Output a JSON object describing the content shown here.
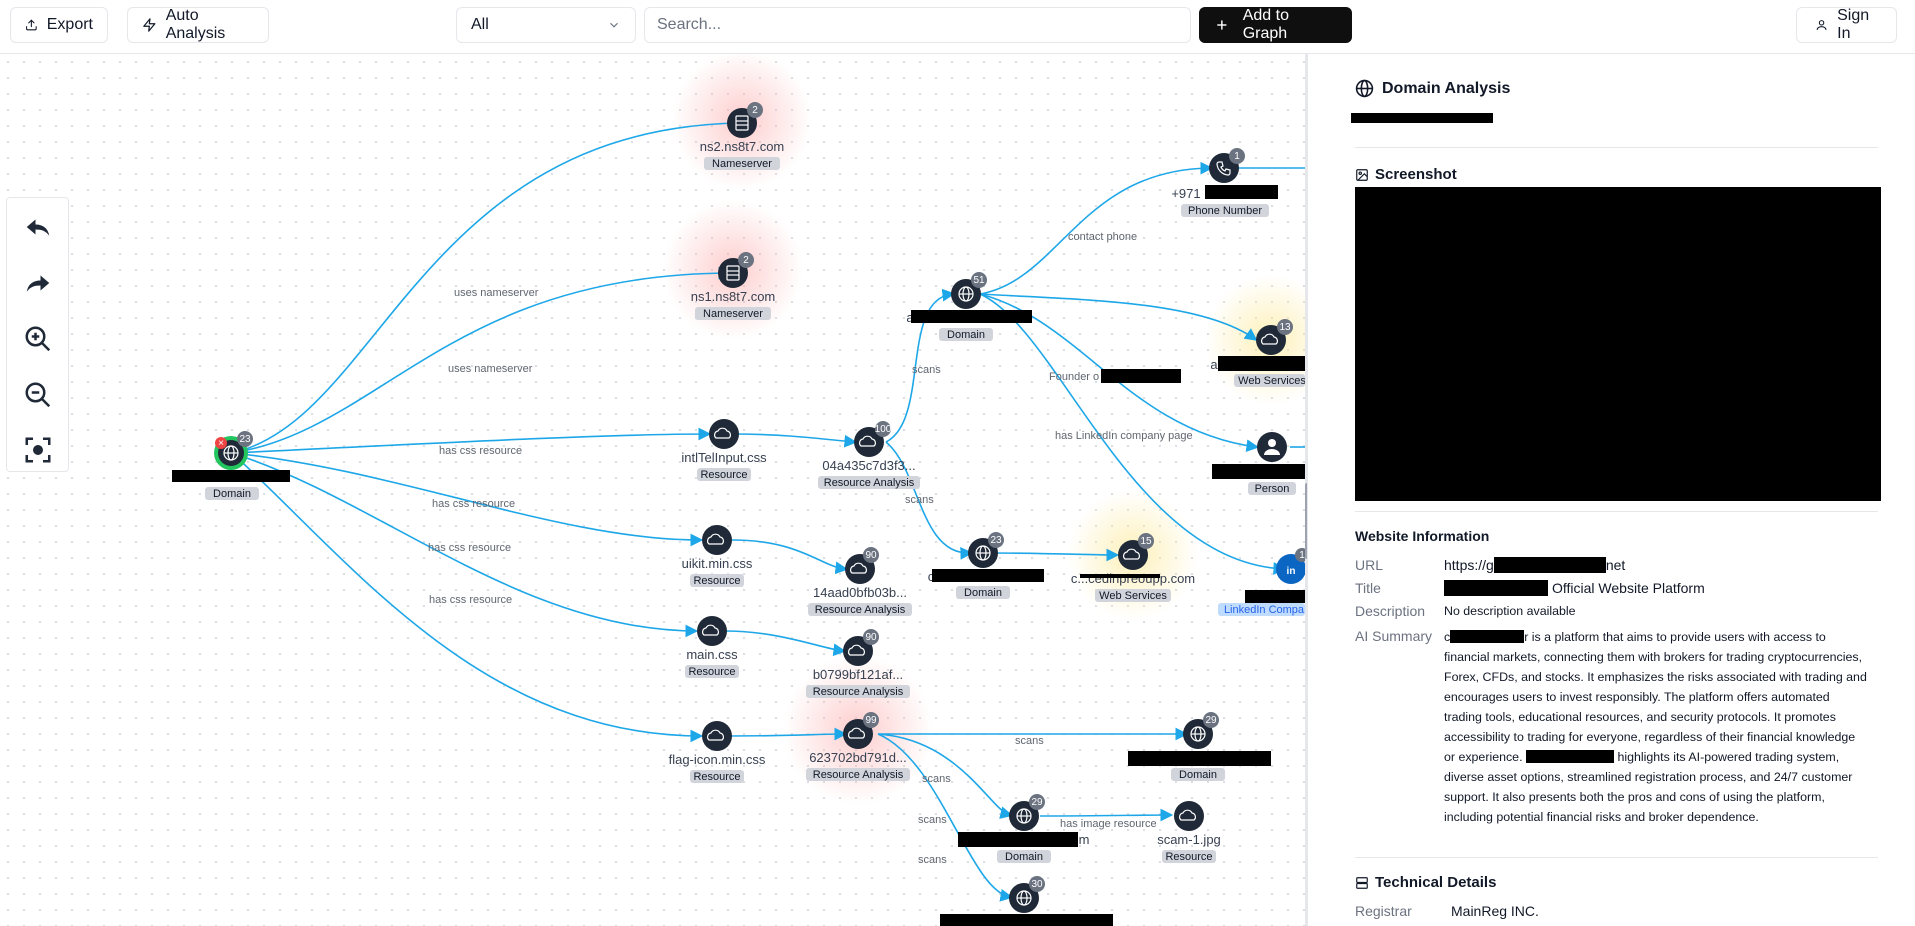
{
  "toolbar": {
    "export_label": "Export",
    "auto_analysis_label": "Auto Analysis",
    "filter_value": "All",
    "search_placeholder": "Search...",
    "add_label": "Add to Graph",
    "signin_label": "Sign In"
  },
  "zoom_controls": [
    "undo-icon",
    "redo-icon",
    "zoom-in-icon",
    "zoom-out-icon",
    "fit-view-icon"
  ],
  "graph": {
    "edge_labels": {
      "uses_ns_1": "uses nameserver",
      "uses_ns_2": "uses nameserver",
      "css_1": "has css resource",
      "css_2": "has css resource",
      "css_3": "has css resource",
      "css_4": "has css resource",
      "scans_1": "scans",
      "scans_2": "scans",
      "scans_3": "scans",
      "scans_4": "scans",
      "scans_5": "scans",
      "scans_6": "scans",
      "contact_phone": "contact phone",
      "founder": "Founder o",
      "linkedin": "has LinkedIn company page",
      "image_res": "has image resource"
    },
    "nodes": {
      "root": {
        "type": "Domain",
        "count": "23"
      },
      "ns2": {
        "name": "ns2.ns8t7.com",
        "type": "Nameserver",
        "count": "2"
      },
      "ns1": {
        "name": "ns1.ns8t7.com",
        "type": "Nameserver",
        "count": "2"
      },
      "intl": {
        "name": "intlTelInput.css",
        "type": "Resource"
      },
      "ra1": {
        "name": "04a435c7d3f3...",
        "type": "Resource Analysis",
        "count": "100"
      },
      "uikit": {
        "name": "uikit.min.css",
        "type": "Resource"
      },
      "ra2": {
        "name": "14aad0bfb03b...",
        "type": "Resource Analysis",
        "count": "90"
      },
      "main": {
        "name": "main.css",
        "type": "Resource"
      },
      "ra3": {
        "name": "b0799bf121af...",
        "type": "Resource Analysis",
        "count": "90"
      },
      "flag": {
        "name": "flag-icon.min.css",
        "type": "Resource"
      },
      "ra4": {
        "name": "623702bd791d...",
        "type": "Resource Analysis",
        "count": "99"
      },
      "d51": {
        "name": "a",
        "type": "Domain",
        "count": "51"
      },
      "phone": {
        "name": "+971",
        "type": "Phone Number",
        "count": "1"
      },
      "ws13": {
        "name": "a",
        "type": "Web Services",
        "count": "13"
      },
      "person": {
        "type": "Person"
      },
      "linkedin": {
        "type": "LinkedIn Compa",
        "count": "1"
      },
      "d23": {
        "name": "c",
        "type": "Domain",
        "count": "23"
      },
      "ws15": {
        "name": "c...cedinpreoupp.com",
        "type": "Web Services",
        "count": "15"
      },
      "d29a": {
        "type": "Domain",
        "count": "29"
      },
      "d29b": {
        "name": "m",
        "type": "Domain",
        "count": "29"
      },
      "scam": {
        "name": "scam-1.jpg",
        "type": "Resource"
      },
      "d30": {
        "count": "30"
      }
    }
  },
  "panel": {
    "title": "Domain Analysis",
    "screenshot_label": "Screenshot",
    "website_info_title": "Website Information",
    "url_key": "URL",
    "url_prefix": "https://g",
    "url_suffix": "net",
    "title_key": "Title",
    "title_value": "Official Website Platform",
    "description_key": "Description",
    "description_value": "No description available",
    "ai_summary_key": "AI Summary",
    "ai_summary_start": "c",
    "ai_summary_part1": "r is a platform that aims to provide users with access to financial markets, connecting them with brokers for trading cryptocurrencies, Forex, CFDs, and stocks. It emphasizes the risks associated with trading and encourages users to invest responsibly. The platform offers automated trading tools, educational resources, and security protocols. It promotes accessibility to trading for everyone, regardless of their financial knowledge or experience.",
    "ai_summary_part2": "highlights its AI-powered trading system, diverse asset options, streamlined registration process, and 24/7 customer support. It also presents both the pros and cons of using the platform, including potential financial risks and broker dependence.",
    "technical_title": "Technical Details",
    "registrar_key": "Registrar",
    "registrar_value": "MainReg INC."
  }
}
